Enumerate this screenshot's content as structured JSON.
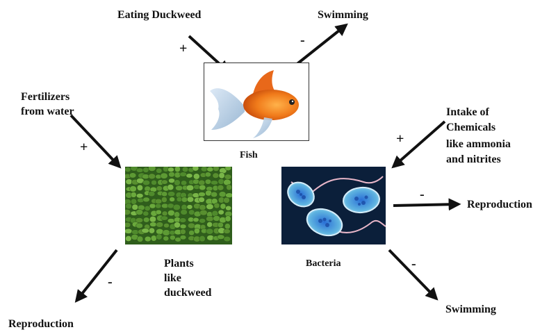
{
  "labels": {
    "eating_duckweed": "Eating Duckweed",
    "swimming_top": "Swimming",
    "fertilizers_line1": "Fertilizers",
    "fertilizers_line2": "from water",
    "fish": "Fish",
    "intake_line1": "Intake of",
    "intake_line2": "Chemicals",
    "intake_line3": "like ammonia",
    "intake_line4": "and nitrites",
    "reproduction_right": "Reproduction",
    "plants_line1": "Plants",
    "plants_line2": "like",
    "plants_line3": "duckweed",
    "bacteria": "Bacteria",
    "reproduction_bottom": "Reproduction",
    "swimming_bottom": "Swimming"
  },
  "signs": {
    "eating": "+",
    "swimming_top": "-",
    "fertilizers": "+",
    "intake": "+",
    "reproduction_right": "-",
    "reproduction_bottom": "-",
    "swimming_bottom": "-"
  },
  "colors": {
    "arrow": "#111111",
    "fish_orange": "#f07a1a",
    "duckweed_green": "#4f8a2c",
    "bacteria_bg": "#0b1f3a",
    "bacteria_cell": "#5fb4e0"
  }
}
